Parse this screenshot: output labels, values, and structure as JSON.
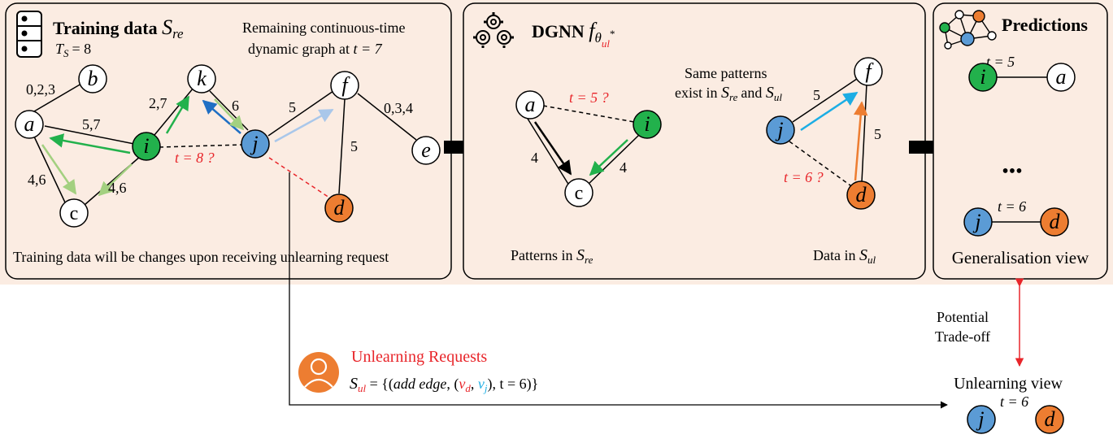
{
  "colors": {
    "panel_bg": "#fbece2",
    "green": "#22b14c",
    "light_green": "#a3d080",
    "blue_node": "#5b9bd5",
    "orange_node": "#ed7d31",
    "dark_blue_arrow": "#1f6fc4",
    "light_blue_arrow": "#a9c7ea",
    "cyan_arrow": "#1cade4",
    "red": "#e8252a"
  },
  "training": {
    "title": "Training data",
    "symbol": "S",
    "symbol_sub": "re",
    "ts_label": "T",
    "ts_sub": "S",
    "ts_value": "= 8",
    "remaining_line1": "Remaining continuous-time",
    "remaining_line2": "dynamic graph at",
    "remaining_t": "t = 7",
    "footer": "Training data will be changes upon receiving unlearning request",
    "nodes": {
      "a": "a",
      "b": "b",
      "c": "c",
      "i": "i",
      "j": "j",
      "k": "k",
      "f": "f",
      "e": "e",
      "d": "d"
    },
    "edge_labels": {
      "ab": "0,2,3",
      "ai": "5,7",
      "ac": "4,6",
      "ic": "4,6",
      "ik": "2,7",
      "kj": "6",
      "jf": "5",
      "fe": "0,3,4",
      "fd": "5"
    },
    "query": "t = 8 ?"
  },
  "dgnn": {
    "title": "DGNN",
    "f_symbol": "f",
    "theta": "θ",
    "theta_sub": "ul",
    "theta_sup": "*",
    "patterns_line1": "Same patterns",
    "patterns_line2": "exist in",
    "patterns_s1": "S",
    "patterns_s1_sub": "re",
    "patterns_and": "and",
    "patterns_s2": "S",
    "patterns_s2_sub": "ul",
    "nodes": {
      "a": "a",
      "c": "c",
      "i": "i",
      "j": "j",
      "f": "f",
      "d": "d"
    },
    "edge_labels": {
      "ac": "4",
      "ic": "4",
      "jf": "5",
      "df": "5"
    },
    "query_left": "t = 5 ?",
    "query_right": "t = 6 ?",
    "patterns_in": "Patterns in",
    "patterns_in_s": "S",
    "patterns_in_sub": "re",
    "data_in": "Data in",
    "data_in_s": "S",
    "data_in_sub": "ul"
  },
  "predictions": {
    "title": "Predictions",
    "pair1": {
      "t": "t = 5",
      "left": "i",
      "right": "a"
    },
    "ellipsis": "•••",
    "pair2": {
      "t": "t = 6",
      "left": "j",
      "right": "d"
    },
    "view": "Generalisation view"
  },
  "tradeoff": {
    "line1": "Potential",
    "line2": "Trade-off"
  },
  "unlearning_view": {
    "title": "Unlearning view",
    "t": "t = 6",
    "left": "j",
    "right": "d"
  },
  "request": {
    "title": "Unlearning Requests",
    "s": "S",
    "s_sub": "ul",
    "eq_prefix": " = {(",
    "op": "add edge",
    "comma1": ", (",
    "vd": "v",
    "vd_sub": "d",
    "comma2": ", ",
    "vj": "v",
    "vj_sub": "j",
    "eq_suffix": "), t = 6)}"
  }
}
